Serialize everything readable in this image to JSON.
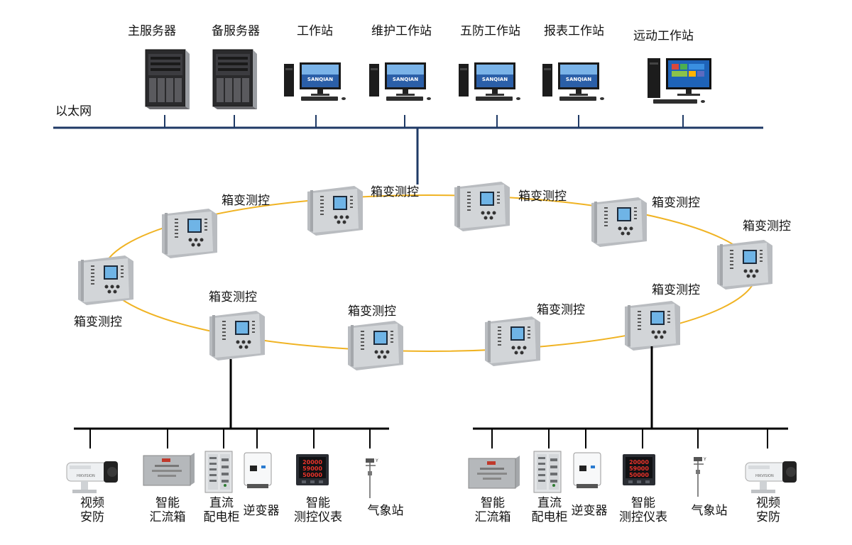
{
  "diagram": {
    "ethernet_label": "以太网",
    "stations": [
      {
        "label": "主服务器",
        "kind": "server"
      },
      {
        "label": "备服务器",
        "kind": "server"
      },
      {
        "label": "工作站",
        "kind": "workstation"
      },
      {
        "label": "维护工作站",
        "kind": "workstation"
      },
      {
        "label": "五防工作站",
        "kind": "workstation"
      },
      {
        "label": "报表工作站",
        "kind": "workstation"
      },
      {
        "label": "远动工作站",
        "kind": "workstation-win"
      }
    ],
    "screen_brand": "SANQIAN",
    "ring_device_label": "箱变测控",
    "ring_devices": [
      {
        "label": "箱变测控"
      },
      {
        "label": "箱变测控"
      },
      {
        "label": "箱变测控"
      },
      {
        "label": "箱变测控"
      },
      {
        "label": "箱变测控"
      },
      {
        "label": "箱变测控"
      },
      {
        "label": "箱变测控"
      },
      {
        "label": "箱变测控"
      },
      {
        "label": "箱变测控"
      },
      {
        "label": "箱变测控"
      }
    ],
    "left_branch": [
      {
        "line1": "视频",
        "line2": "安防",
        "icon": "camera-icon"
      },
      {
        "line1": "智能",
        "line2": "汇流箱",
        "icon": "combiner-box-icon"
      },
      {
        "line1": "直流",
        "line2": "配电柜",
        "icon": "dc-cabinet-icon"
      },
      {
        "line1": "逆变器",
        "line2": "",
        "icon": "inverter-icon"
      },
      {
        "line1": "智能",
        "line2": "测控仪表",
        "icon": "meter-icon"
      },
      {
        "line1": "气象站",
        "line2": "",
        "icon": "weather-station-icon"
      }
    ],
    "right_branch": [
      {
        "line1": "智能",
        "line2": "汇流箱",
        "icon": "combiner-box-icon"
      },
      {
        "line1": "直流",
        "line2": "配电柜",
        "icon": "dc-cabinet-icon"
      },
      {
        "line1": "逆变器",
        "line2": "",
        "icon": "inverter-icon"
      },
      {
        "line1": "智能",
        "line2": "测控仪表",
        "icon": "meter-icon"
      },
      {
        "line1": "气象站",
        "line2": "",
        "icon": "weather-station-icon"
      },
      {
        "line1": "视频",
        "line2": "安防",
        "icon": "camera-icon"
      }
    ],
    "colors": {
      "ethernet_bus": "#1f3a66",
      "ring": "#f0b323",
      "branch_bus": "#000000",
      "device_body": "#c9ccd0",
      "meter_digits": "#e8332a"
    }
  }
}
